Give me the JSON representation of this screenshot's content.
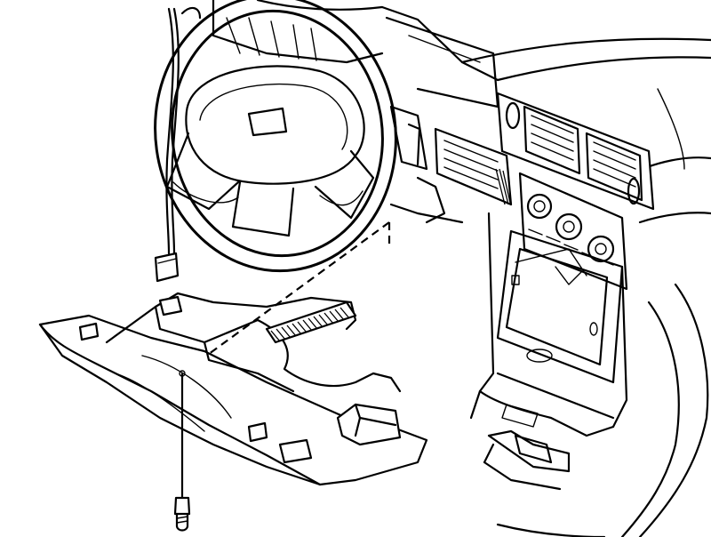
{
  "diagram": {
    "subject": "vehicle-dashboard-lower-trim-panel-removal",
    "parts": [
      "steering-wheel",
      "dashboard",
      "center-console",
      "lower-trim-panel",
      "mounting-screw",
      "connector-plug"
    ]
  }
}
